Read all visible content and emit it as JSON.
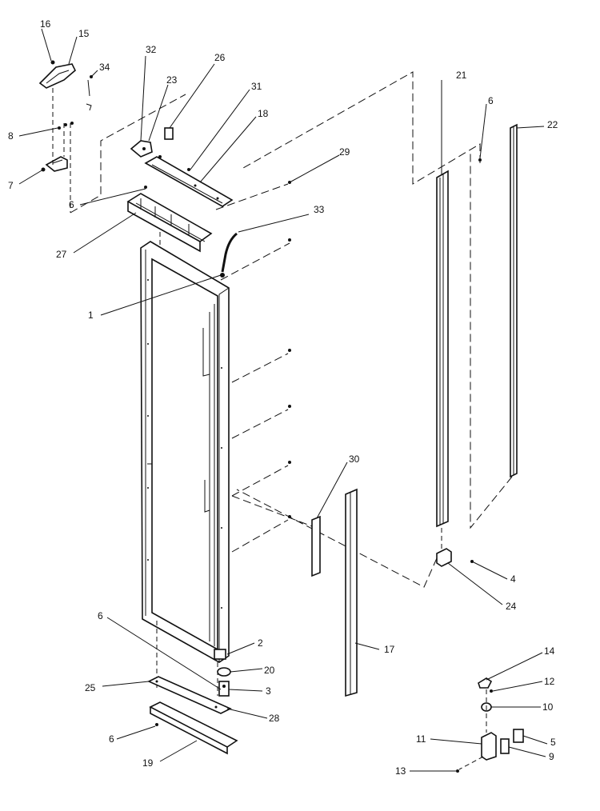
{
  "diagram": {
    "callouts": [
      {
        "id": "c16",
        "text": "16"
      },
      {
        "id": "c15",
        "text": "15"
      },
      {
        "id": "c34",
        "text": "34"
      },
      {
        "id": "c32",
        "text": "32"
      },
      {
        "id": "c26",
        "text": "26"
      },
      {
        "id": "c23",
        "text": "23"
      },
      {
        "id": "c31",
        "text": "31"
      },
      {
        "id": "c18",
        "text": "18"
      },
      {
        "id": "c8",
        "text": "8"
      },
      {
        "id": "c7",
        "text": "7"
      },
      {
        "id": "c6a",
        "text": "6"
      },
      {
        "id": "c29",
        "text": "29"
      },
      {
        "id": "c33",
        "text": "33"
      },
      {
        "id": "c27",
        "text": "27"
      },
      {
        "id": "c1",
        "text": "1"
      },
      {
        "id": "c21",
        "text": "21"
      },
      {
        "id": "c6b",
        "text": "6"
      },
      {
        "id": "c22",
        "text": "22"
      },
      {
        "id": "c30",
        "text": "30"
      },
      {
        "id": "c4",
        "text": "4"
      },
      {
        "id": "c24",
        "text": "24"
      },
      {
        "id": "c17",
        "text": "17"
      },
      {
        "id": "c6c",
        "text": "6"
      },
      {
        "id": "c2",
        "text": "2"
      },
      {
        "id": "c20",
        "text": "20"
      },
      {
        "id": "c25",
        "text": "25"
      },
      {
        "id": "c3",
        "text": "3"
      },
      {
        "id": "c28",
        "text": "28"
      },
      {
        "id": "c6d",
        "text": "6"
      },
      {
        "id": "c19",
        "text": "19"
      },
      {
        "id": "c14",
        "text": "14"
      },
      {
        "id": "c12",
        "text": "12"
      },
      {
        "id": "c10",
        "text": "10"
      },
      {
        "id": "c11",
        "text": "11"
      },
      {
        "id": "c5",
        "text": "5"
      },
      {
        "id": "c9",
        "text": "9"
      },
      {
        "id": "c13",
        "text": "13"
      }
    ]
  }
}
